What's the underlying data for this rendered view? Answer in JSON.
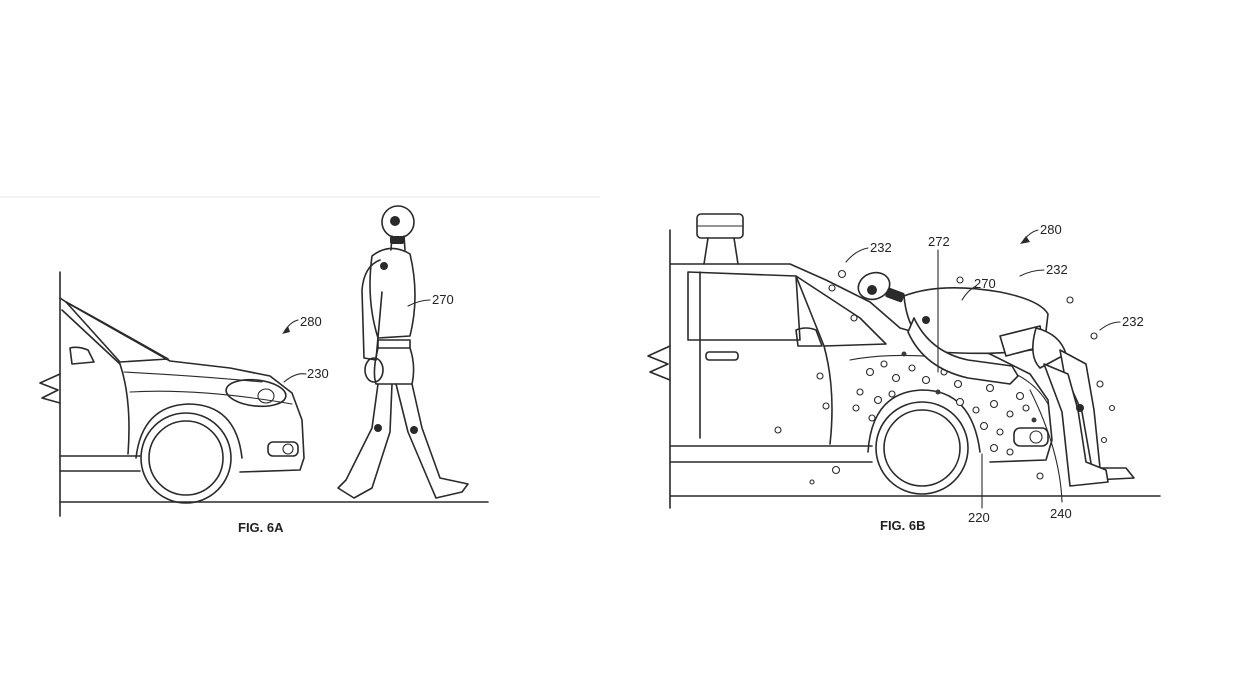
{
  "figures": [
    {
      "id": "6A",
      "caption": "FIG. 6A",
      "labels": {
        "system": "280",
        "pedestrian": "270",
        "vehicle_front": "230"
      }
    },
    {
      "id": "6B",
      "caption": "FIG. 6B",
      "labels": {
        "system": "280",
        "pedestrian": "270",
        "contact_line": "272",
        "adhesive_left": "232",
        "adhesive_top_right": "232",
        "adhesive_right": "232",
        "hood_region": "220",
        "adhesive_layer": "240"
      }
    }
  ],
  "colors": {
    "ink": "#2a2a2a",
    "background": "#ffffff",
    "divider": "#eeeeee"
  }
}
